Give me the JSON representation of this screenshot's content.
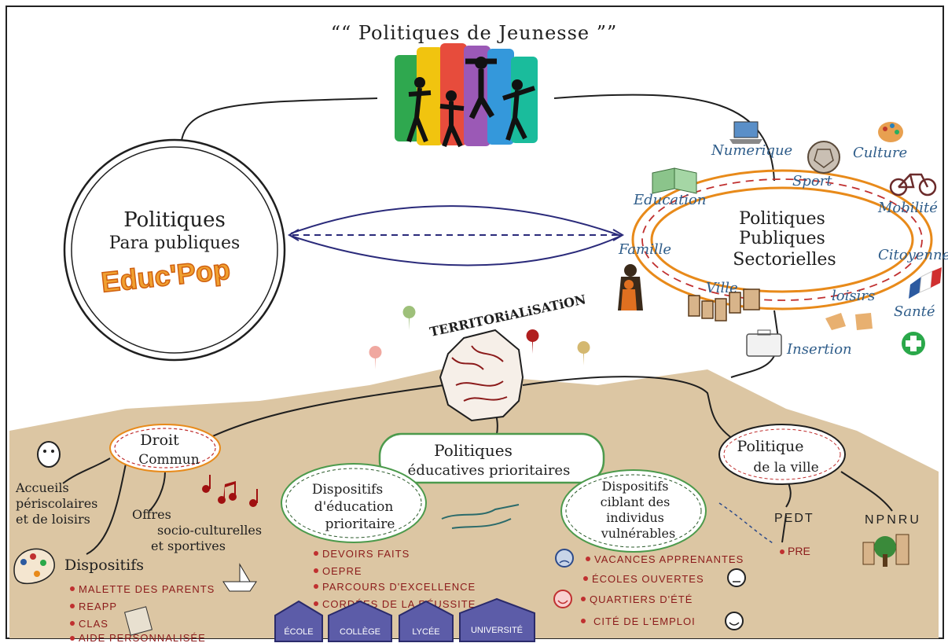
{
  "title": "““ Politiques de Jeunesse ””",
  "left_circle": {
    "line1": "Politiques",
    "line2": "Para publiques",
    "logo": "Educ'Pop"
  },
  "right_oval": {
    "line1": "Politiques",
    "line2": "Publiques",
    "line3": "Sectorielles"
  },
  "sectors": [
    {
      "label": "Numerique",
      "icon": "laptop-icon"
    },
    {
      "label": "Sport",
      "icon": "ball-icon"
    },
    {
      "label": "Culture",
      "icon": "palette-icon"
    },
    {
      "label": "Education",
      "icon": "book-icon"
    },
    {
      "label": "Mobilité",
      "icon": "bicycle-icon"
    },
    {
      "label": "Famille",
      "icon": "family-icon"
    },
    {
      "label": "Citoyenneté",
      "icon": "flag-icon"
    },
    {
      "label": "Ville",
      "icon": "buildings-icon"
    },
    {
      "label": "loisirs",
      "icon": "puzzle-icon"
    },
    {
      "label": "Santé",
      "icon": "cross-icon"
    },
    {
      "label": "Insertion",
      "icon": "briefcase-icon"
    }
  ],
  "territorialisation": "TERRITORiALiSATiON",
  "droit_commun": {
    "title_line1": "Droit",
    "title_line2": "Commun",
    "accueils": [
      "Accueils",
      "périscolaires",
      "et de loisirs"
    ],
    "offres": [
      "Offres",
      "socio-culturelles",
      "et sportives"
    ],
    "dispositifs_title": "Dispositifs",
    "dispositifs": [
      "MALETTE DES PARENTS",
      "REAPP",
      "CLAS",
      "AIDE PERSONNALISÉE"
    ]
  },
  "politiques_prioritaires": {
    "line1": "Politiques",
    "line2": "éducatives prioritaires"
  },
  "dispositifs_education": {
    "title": [
      "Dispositifs",
      "d'éducation",
      "prioritaire"
    ],
    "items": [
      "DEVOIRS FAITS",
      "OEPRE",
      "PARCOURS D'EXCELLENCE",
      "CORDÉES DE LA RÉUSSITE"
    ]
  },
  "dispositifs_ciblant": {
    "title": [
      "Dispositifs",
      "ciblant des",
      "individus",
      "vulnérables"
    ],
    "items": [
      "VACANCES APPRENANTES",
      "ÉCOLES OUVERTES",
      "QUARTIERS D'ÉTÉ",
      "CITÉ DE L'EMPLOI"
    ]
  },
  "politique_ville": {
    "line1": "Politique",
    "line2": "de la ville",
    "pedt": "PEDT",
    "pre": "PRE",
    "npnru": "NPNRU"
  },
  "schools": [
    "ÉCOLE",
    "COLLÈGE",
    "LYCÉE",
    "UNIVERSITÉ"
  ],
  "colors": {
    "ground": "#dcc6a3",
    "ink": "#1f1f1f",
    "blue_text": "#2f5d8a",
    "orange": "#e88a1a",
    "green_border": "#4c9a4c",
    "bullet": "#c03030",
    "school": "#5c5ca8"
  }
}
